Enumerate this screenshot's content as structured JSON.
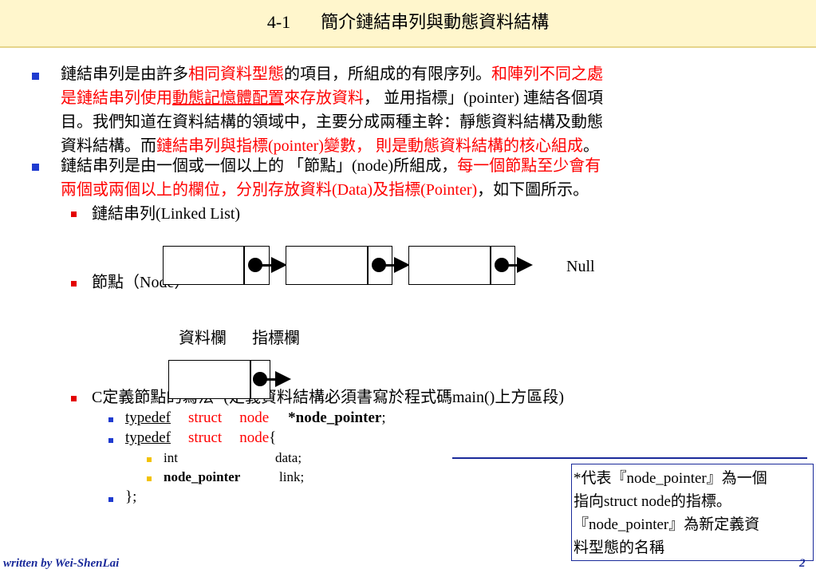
{
  "header": {
    "number": "4-1",
    "title": "簡介鏈結串列與動態資料結構"
  },
  "p1": {
    "t1": "鏈結串列是由許多",
    "t2": "相同資料型態",
    "t3": "的項目，所組成的有限序列。",
    "t4": "和陣列不同之處",
    "t5": "是鏈結串列使用",
    "t6": "動態記憶體配置",
    "t7": "來存放資料",
    "t8": "， 並用指標」(pointer) 連結各個項",
    "t9": "目。我們知道在資料結構的領域中，主要分成兩種主幹：靜態資料結構及動態",
    "t10": "資料結構。而",
    "t11": "鏈結串列與指標(pointer)變數， 則是動態資料結構的核心組成",
    "t12": "。"
  },
  "p2": {
    "t1": "鏈結串列是由一個或一個以上的 「節點」(node)所組成，",
    "t2": "每一個節點至少會有",
    "t3": "兩個或兩個以上的欄位，分別存放資料(Data)及指標(Pointer)",
    "t4": "，如下圖所示。"
  },
  "sub1": "鏈結串列(Linked List)",
  "sub2": "節點（Node）",
  "null_label": "Null",
  "field_labels": {
    "data": "資料欄",
    "pointer": "指標欄"
  },
  "sub3": {
    "a": "C定義節點的寫法",
    "b": "(定義資料結構必須書寫於程式碼main()上方區段)"
  },
  "code": {
    "l1": {
      "typedef": "typedef",
      "struct": "struct",
      "node": "node",
      "ptr": "*node_pointer",
      "semi": ";"
    },
    "l2": {
      "typedef": "typedef",
      "struct": "struct",
      "node": "node",
      "brace": "{"
    },
    "l3": {
      "type": "int",
      "name": "data;"
    },
    "l4": {
      "type": "node_pointer",
      "name": "link;"
    },
    "l5": "};"
  },
  "note": {
    "line1": "*代表『node_pointer』為一個",
    "line2": "指向struct node的指標。",
    "line3": "『node_pointer』為新定義資",
    "line4": "料型態的名稱"
  },
  "footer": {
    "author": "written by Wei-ShenLai",
    "page": "2"
  },
  "colors": {
    "header_bg": "#fff6cc",
    "highlight": "#ff0000",
    "bullet": "#1f3bd0",
    "note_border": "#1a2a9a"
  }
}
